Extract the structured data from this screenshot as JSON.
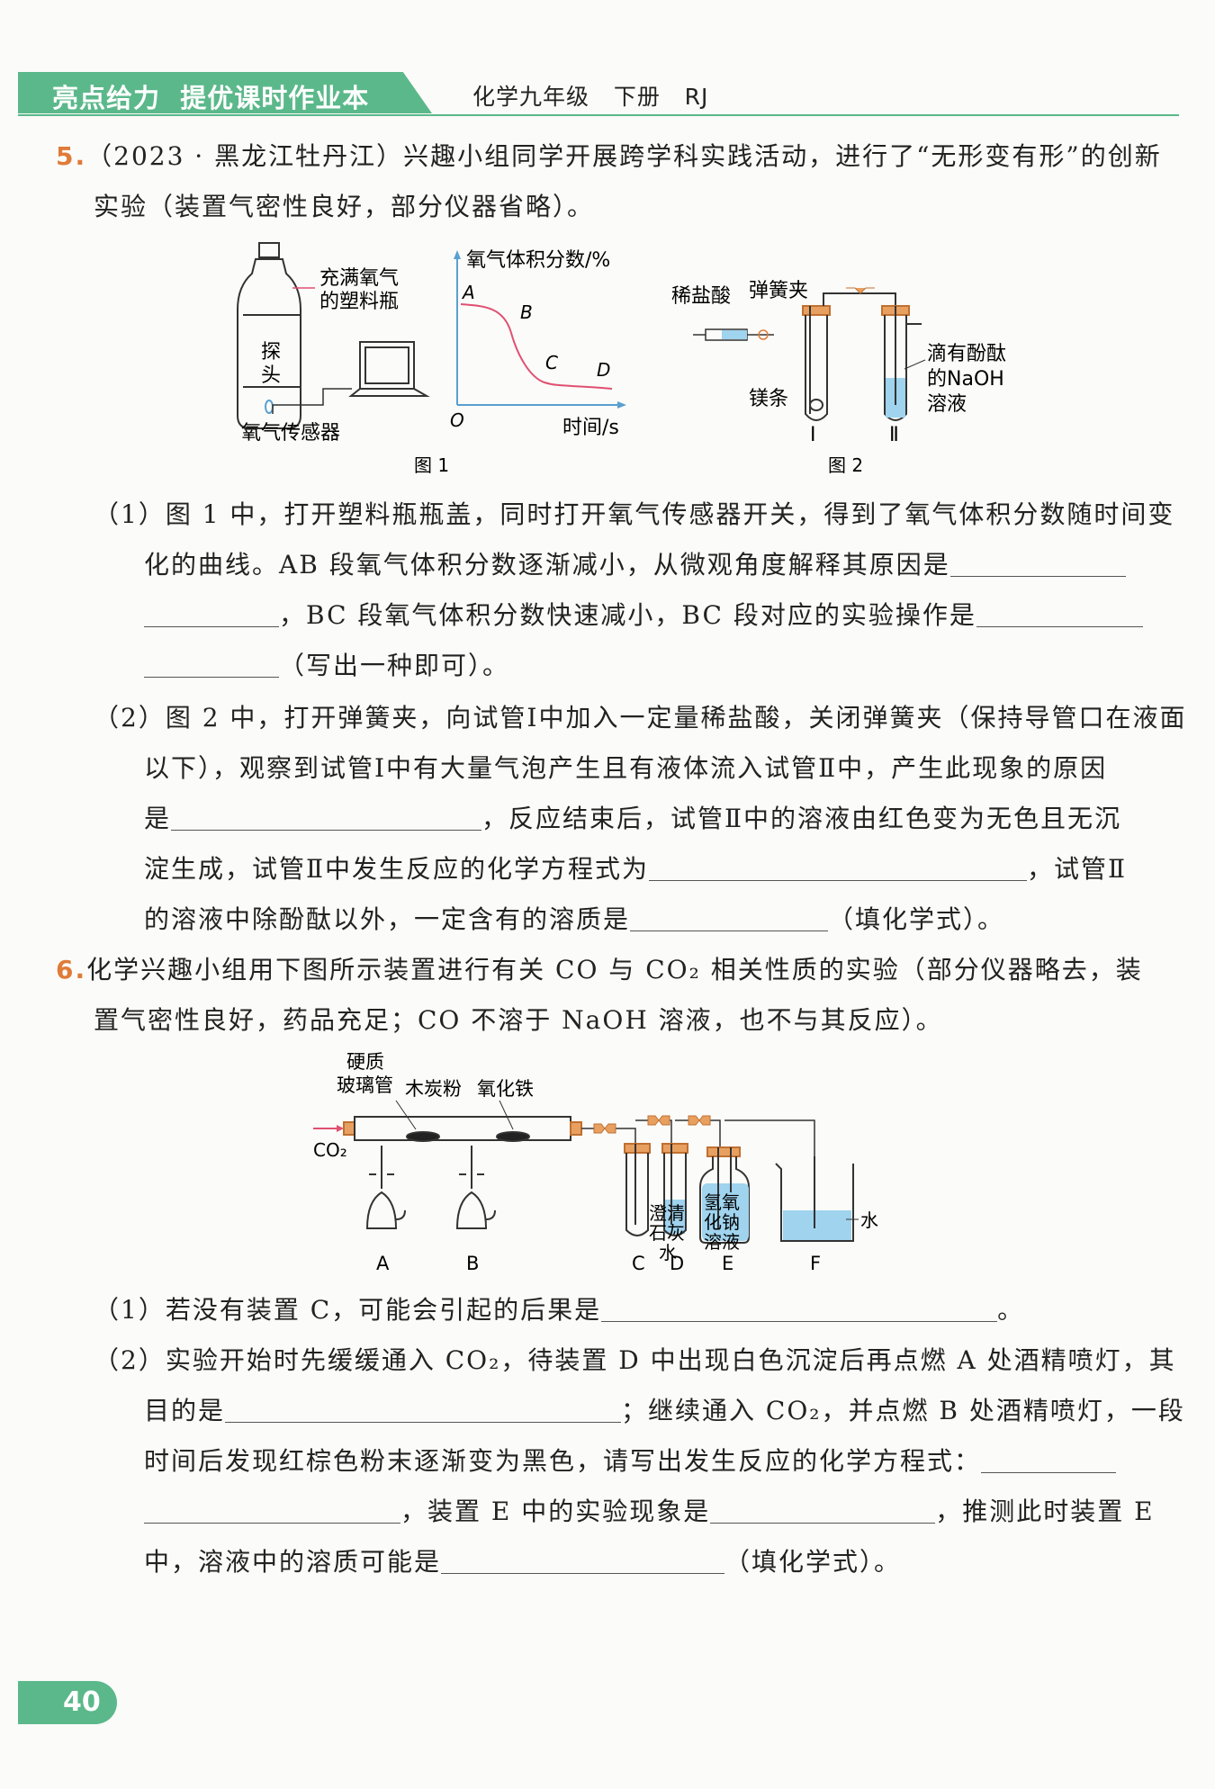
{
  "header": {
    "series": "亮点给力  提优课时作业本",
    "subject": "化学九年级   下册   RJ",
    "accent_color": "#5bb88a"
  },
  "q5": {
    "num": "5.",
    "line1": "（2023 · 黑龙江牡丹江）兴趣小组同学开展跨学科实践活动，进行了“无形变有形”的创新",
    "line2": "实验（装置气密性良好，部分仪器省略）。",
    "fig1": {
      "bottle_label_1": "充满氧气",
      "bottle_label_2": "的塑料瓶",
      "probe_1": "探",
      "probe_2": "头",
      "sensor_label": "氧气传感器",
      "ylabel": "氧气体积分数/%",
      "xlabel": "时间/s",
      "origin": "O",
      "point_a": "A",
      "point_b": "B",
      "point_c": "C",
      "point_d": "D",
      "caption": "图 1"
    },
    "fig2": {
      "acid": "稀盐酸",
      "clip": "弹簧夹",
      "mg": "镁条",
      "soln_1": "滴有酚酞",
      "soln_2": "的NaOH",
      "soln_3": "溶液",
      "tube1": "Ⅰ",
      "tube2": "Ⅱ",
      "caption": "图 2"
    },
    "p1_line1": "（1）图 1 中，打开塑料瓶瓶盖，同时打开氧气传感器开关，得到了氧气体积分数随时间变",
    "p1_line2": "化的曲线。AB 段氧气体积分数逐渐减小，从微观角度解释其原因是",
    "p1_line3": "，BC 段氧气体积分数快速减小，BC 段对应的实验操作是",
    "p1_line4": "（写出一种即可）。",
    "p2_line1": "（2）图 2 中，打开弹簧夹，向试管Ⅰ中加入一定量稀盐酸，关闭弹簧夹（保持导管口在液面",
    "p2_line2": "以下），观察到试管Ⅰ中有大量气泡产生且有液体流入试管Ⅱ中，产生此现象的原因",
    "p2_line3a": "是",
    "p2_line3b": "，反应结束后，试管Ⅱ中的溶液由红色变为无色且无沉",
    "p2_line4a": "淀生成，试管Ⅱ中发生反应的化学方程式为",
    "p2_line4b": "，试管Ⅱ",
    "p2_line5a": "的溶液中除酚酞以外，一定含有的溶质是",
    "p2_line5b": "（填化学式）。"
  },
  "q6": {
    "num": "6.",
    "line1": "化学兴趣小组用下图所示装置进行有关 CO 与 CO₂ 相关性质的实验（部分仪器略去，装",
    "line2": "置气密性良好，药品充足；CO 不溶于 NaOH 溶液，也不与其反应）。",
    "fig": {
      "tube_1": "硬质",
      "tube_2": "玻璃管",
      "charcoal": "木炭粉",
      "iron_oxide": "氧化铁",
      "co2": "CO₂",
      "limewater_1": "澄清",
      "limewater_2": "石灰",
      "limewater_3": "水",
      "naoh_1": "氢氧",
      "naoh_2": "化钠",
      "naoh_3": "溶液",
      "water": "水",
      "labels": [
        "A",
        "B",
        "C",
        "D",
        "E",
        "F"
      ]
    },
    "p1": "（1）若没有装置 C，可能会引起的后果是",
    "p1_end": "。",
    "p2_line1": "（2）实验开始时先缓缓通入 CO₂，待装置 D 中出现白色沉淀后再点燃 A 处酒精喷灯，其",
    "p2_line2a": "目的是",
    "p2_line2b": "；继续通入 CO₂，并点燃 B 处酒精喷灯，一段",
    "p2_line3": "时间后发现红棕色粉末逐渐变为黑色，请写出发生反应的化学方程式：",
    "p2_line4a": "，装置 E 中的实验现象是",
    "p2_line4b": "，推测此时装置 E",
    "p2_line5a": "中，溶液中的溶质可能是",
    "p2_line5b": "（填化学式）。"
  },
  "page_number": "40"
}
